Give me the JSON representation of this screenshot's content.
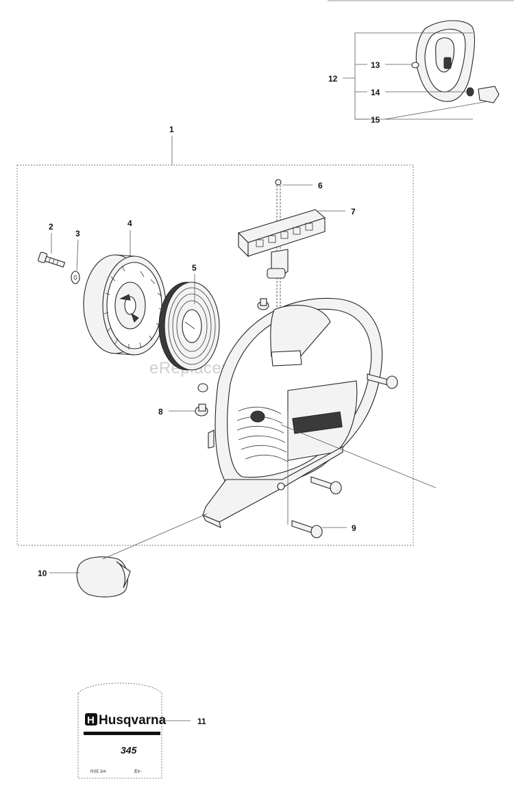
{
  "watermark": "eReplacementParts.com",
  "decal": {
    "brand": "Husqvarna",
    "model_mark": "345",
    "small_print_left": "RSE 3/4",
    "small_print_right": "Ex-"
  },
  "callouts": [
    "1",
    "2",
    "3",
    "4",
    "5",
    "6",
    "7",
    "8",
    "9",
    "10",
    "11",
    "12",
    "13",
    "14",
    "15"
  ]
}
